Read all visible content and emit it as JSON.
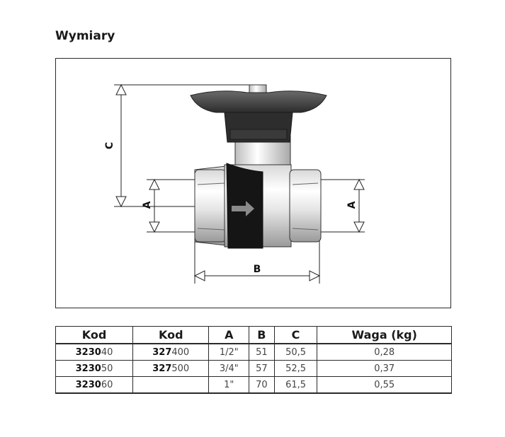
{
  "section": {
    "title": "Wymiary"
  },
  "drawing": {
    "label_c": "C",
    "label_a_left": "A",
    "label_a_right": "A",
    "label_b": "B"
  },
  "table": {
    "headers": [
      "Kod",
      "Kod",
      "A",
      "B",
      "C",
      "Waga (kg)"
    ],
    "rows": [
      {
        "kod1_bold": "3230",
        "kod1_rest": "40",
        "kod2_bold": "327",
        "kod2_rest": "400",
        "a": "1/2\"",
        "b": "51",
        "c": "50,5",
        "waga": "0,28"
      },
      {
        "kod1_bold": "3230",
        "kod1_rest": "50",
        "kod2_bold": "327",
        "kod2_rest": "500",
        "a": "3/4\"",
        "b": "57",
        "c": "52,5",
        "waga": "0,37"
      },
      {
        "kod1_bold": "3230",
        "kod1_rest": "60",
        "kod2_bold": "",
        "kod2_rest": "",
        "a": "1\"",
        "b": "70",
        "c": "61,5",
        "waga": "0,55"
      }
    ]
  }
}
